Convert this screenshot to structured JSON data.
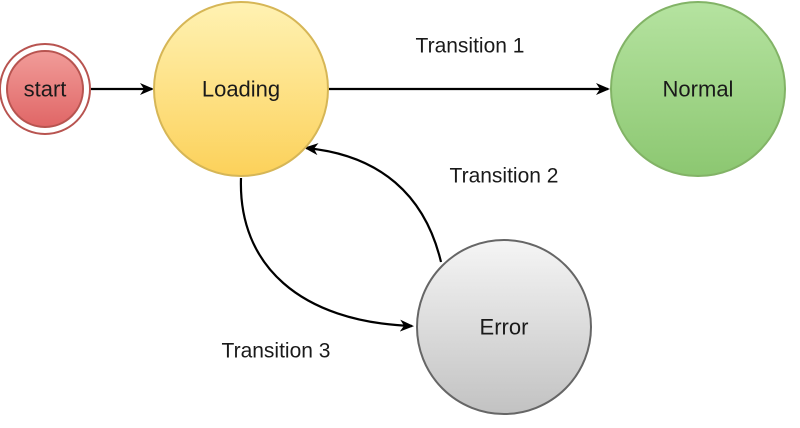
{
  "diagram": {
    "states": {
      "start": {
        "label": "start",
        "fill": "#e06666",
        "stroke": "#b85450"
      },
      "loading": {
        "label": "Loading",
        "fill": "#fdd969",
        "stroke": "#d6b656"
      },
      "normal": {
        "label": "Normal",
        "fill": "#93d07c",
        "stroke": "#82b366"
      },
      "error": {
        "label": "Error",
        "fill": "#d3d3d3",
        "stroke": "#666666"
      }
    },
    "transitions": {
      "t1": {
        "label": "Transition 1",
        "from": "loading",
        "to": "normal"
      },
      "t2": {
        "label": "Transition 2",
        "from": "error",
        "to": "loading"
      },
      "t3": {
        "label": "Transition 3",
        "from": "loading",
        "to": "error"
      },
      "init": {
        "from": "start",
        "to": "loading"
      }
    }
  }
}
